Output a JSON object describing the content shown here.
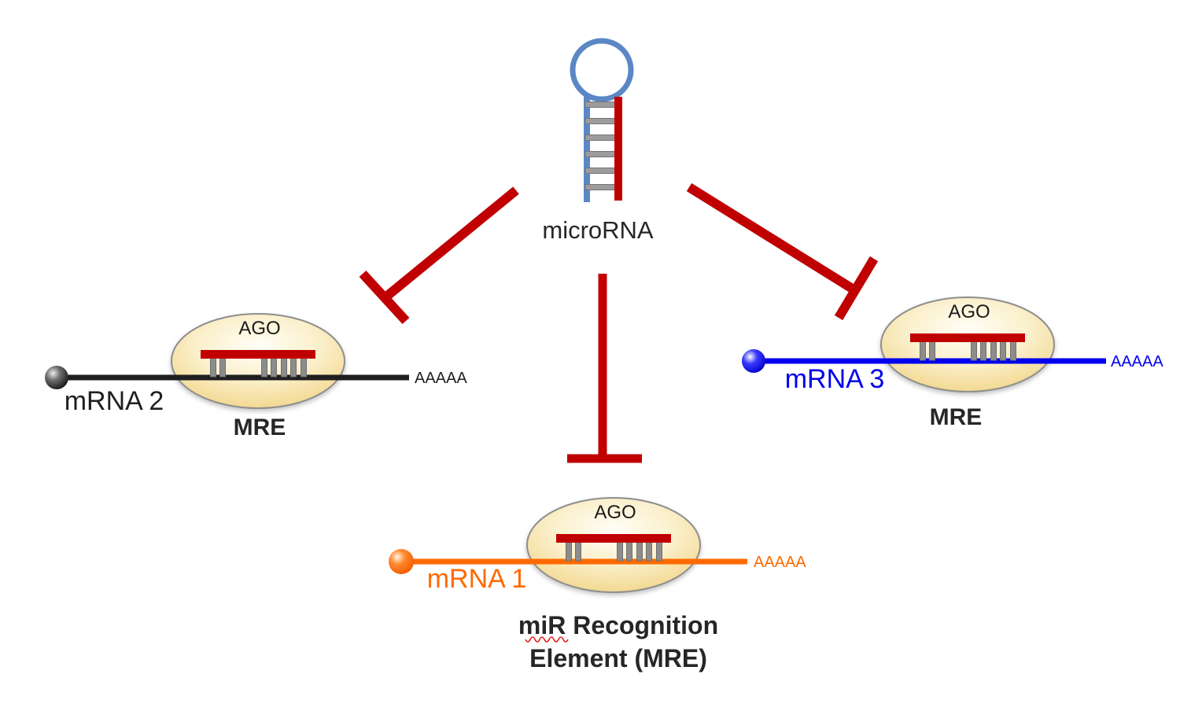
{
  "colors": {
    "loop-blue": "#5B87C5",
    "dark-red": "#C00000",
    "mrna1-orange": "#FF6A00",
    "mrna2-black": "#1F1F1F",
    "mrna3-blue": "#0000EE",
    "ago-border": "#8E8E8E",
    "tooth-gray": "#8C8C8C",
    "rung-gray": "#9C9C9C",
    "text-dark": "#262626",
    "squiggle-red": "#E02020"
  },
  "hairpin": {
    "label": "microRNA"
  },
  "mrna2": {
    "label": "mRNA 2",
    "poly_a": "AAAAA",
    "ago": "AGO",
    "mre": "MRE"
  },
  "mrna3": {
    "label": "mRNA 3",
    "poly_a": "AAAAA",
    "ago": "AGO",
    "mre": "MRE"
  },
  "mrna1": {
    "label": "mRNA 1",
    "poly_a": "AAAAA",
    "ago": "AGO",
    "mre_line1": "miR Recognition",
    "mre_line2": "Element (MRE)"
  }
}
